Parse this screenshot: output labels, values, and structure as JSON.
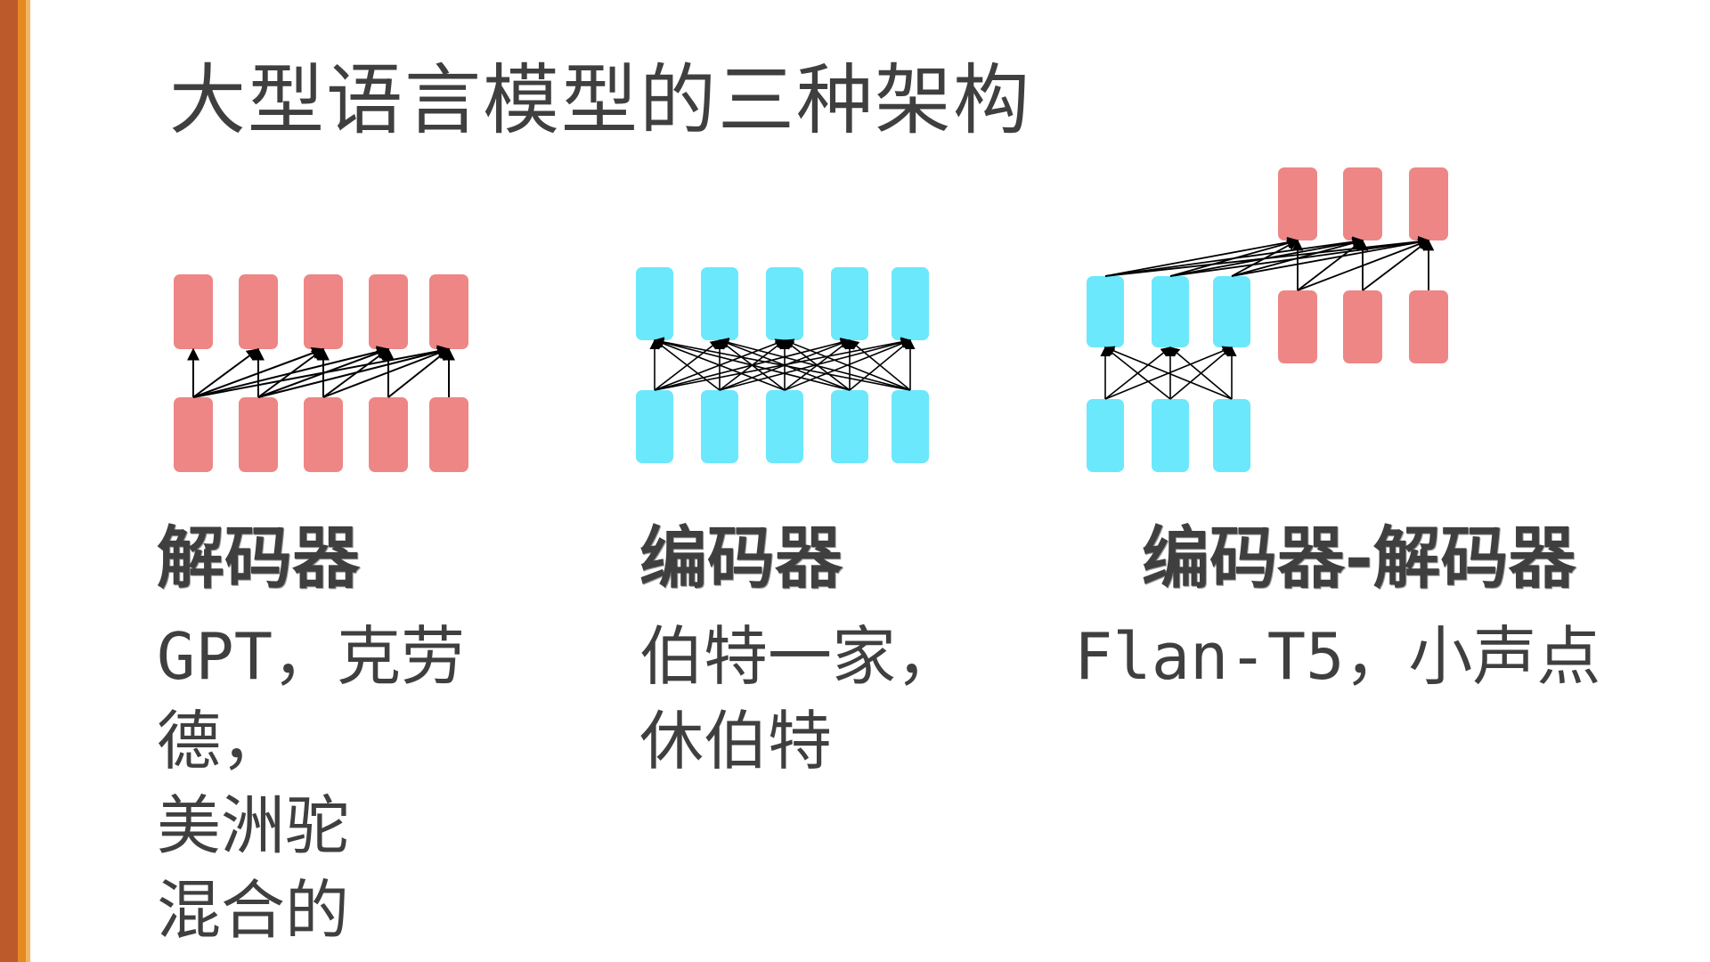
{
  "slide": {
    "title": "大型语言模型的三种架构"
  },
  "columns": [
    {
      "heading": "解码器",
      "body_lines": [
        "GPT，克劳",
        "德，",
        "美洲驼",
        "混合的"
      ]
    },
    {
      "heading": "编码器",
      "body_lines": [
        "伯特一家，",
        "休伯特"
      ]
    },
    {
      "heading": "编码器-解码器",
      "body_lines": [
        "Flan-T5，小声点"
      ]
    }
  ],
  "colors": {
    "decoder_block": "#ee8686",
    "encoder_block": "#6be8fb",
    "arrow": "#000000",
    "text": "#3f3f3f",
    "accent_dark": "#bd5a2b",
    "accent_light": "#e58a20"
  }
}
